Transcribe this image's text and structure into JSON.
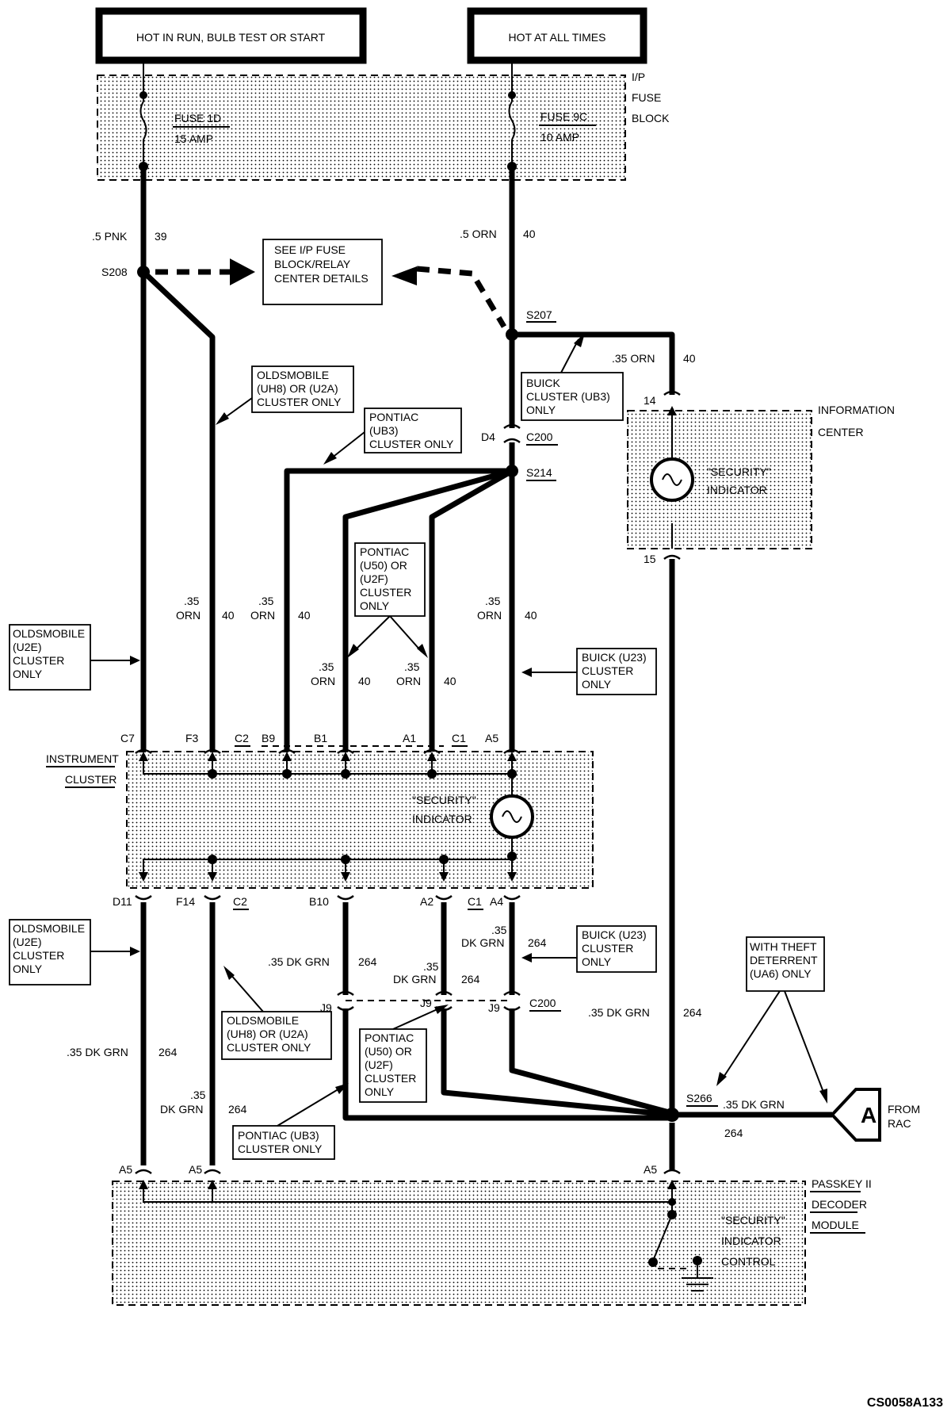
{
  "power": {
    "run": "HOT IN RUN, BULB TEST OR START",
    "always": "HOT AT ALL TIMES"
  },
  "fuse_block": {
    "line1": "I/P",
    "line2": "FUSE",
    "line3": "BLOCK"
  },
  "fuse1": {
    "name": "FUSE 1D",
    "rating": "15 AMP"
  },
  "fuse2": {
    "name": "FUSE 9C",
    "rating": "10 AMP"
  },
  "wires": {
    "pnk": ".5 PNK",
    "pnk_num": "39",
    "orn5": ".5 ORN",
    "orn5_num": "40",
    "orn35": ".35 ORN",
    "orn35_num": "40",
    "p35": ".35",
    "orn": "ORN",
    "n40": "40",
    "dkgrn35": ".35 DK GRN",
    "dk": "DK",
    "grn": "GRN",
    "dkgrn": "DK GRN",
    "n264": "264"
  },
  "splices": {
    "s208": "S208",
    "s207": "S207",
    "s214": "S214",
    "s266": "S266"
  },
  "see_box": {
    "l1": "SEE I/P FUSE",
    "l2": "BLOCK/RELAY",
    "l3": "CENTER DETAILS"
  },
  "notes": {
    "olds_uh8": [
      "OLDSMOBILE",
      "(UH8) OR (U2A)",
      "CLUSTER ONLY"
    ],
    "pontiac_ub3": [
      "PONTIAC",
      "(UB3)",
      "CLUSTER ONLY"
    ],
    "buick_ub3": [
      "BUICK",
      "CLUSTER (UB3)",
      "ONLY"
    ],
    "pontiac_u50": [
      "PONTIAC",
      "(U50) OR",
      "(U2F)",
      "CLUSTER",
      "ONLY"
    ],
    "olds_u2e": [
      "OLDSMOBILE",
      "(U2E)",
      "CLUSTER",
      "ONLY"
    ],
    "buick_u23": [
      "BUICK (U23)",
      "CLUSTER",
      "ONLY"
    ],
    "theft": [
      "WITH THEFT",
      "DETERRENT",
      "(UA6) ONLY"
    ],
    "pontiac_ub3_bottom": [
      "PONTIAC (UB3)",
      "CLUSTER ONLY"
    ]
  },
  "connectors": {
    "c200": "C200",
    "d4": "D4",
    "c7": "C7",
    "f3": "F3",
    "c2": "C2",
    "b9": "B9",
    "b1": "B1",
    "a1": "A1",
    "c1": "C1",
    "a5": "A5",
    "d11": "D11",
    "f14": "F14",
    "b10": "B10",
    "a2": "A2",
    "a4": "A4",
    "j9": "J9",
    "n14": "14",
    "n15": "15"
  },
  "info_center": {
    "l1": "INFORMATION",
    "l2": "CENTER"
  },
  "security": {
    "l1": "\"SECURITY\"",
    "l2": "INDICATOR",
    "l3": "CONTROL"
  },
  "instrument_cluster": {
    "l1": "INSTRUMENT",
    "l2": "CLUSTER"
  },
  "passkey": {
    "l1": "PASSKEY II",
    "l2": "DECODER",
    "l3": "MODULE"
  },
  "from_rac": {
    "letter": "A",
    "l1": "FROM",
    "l2": "RAC"
  },
  "code": "CS0058A133"
}
